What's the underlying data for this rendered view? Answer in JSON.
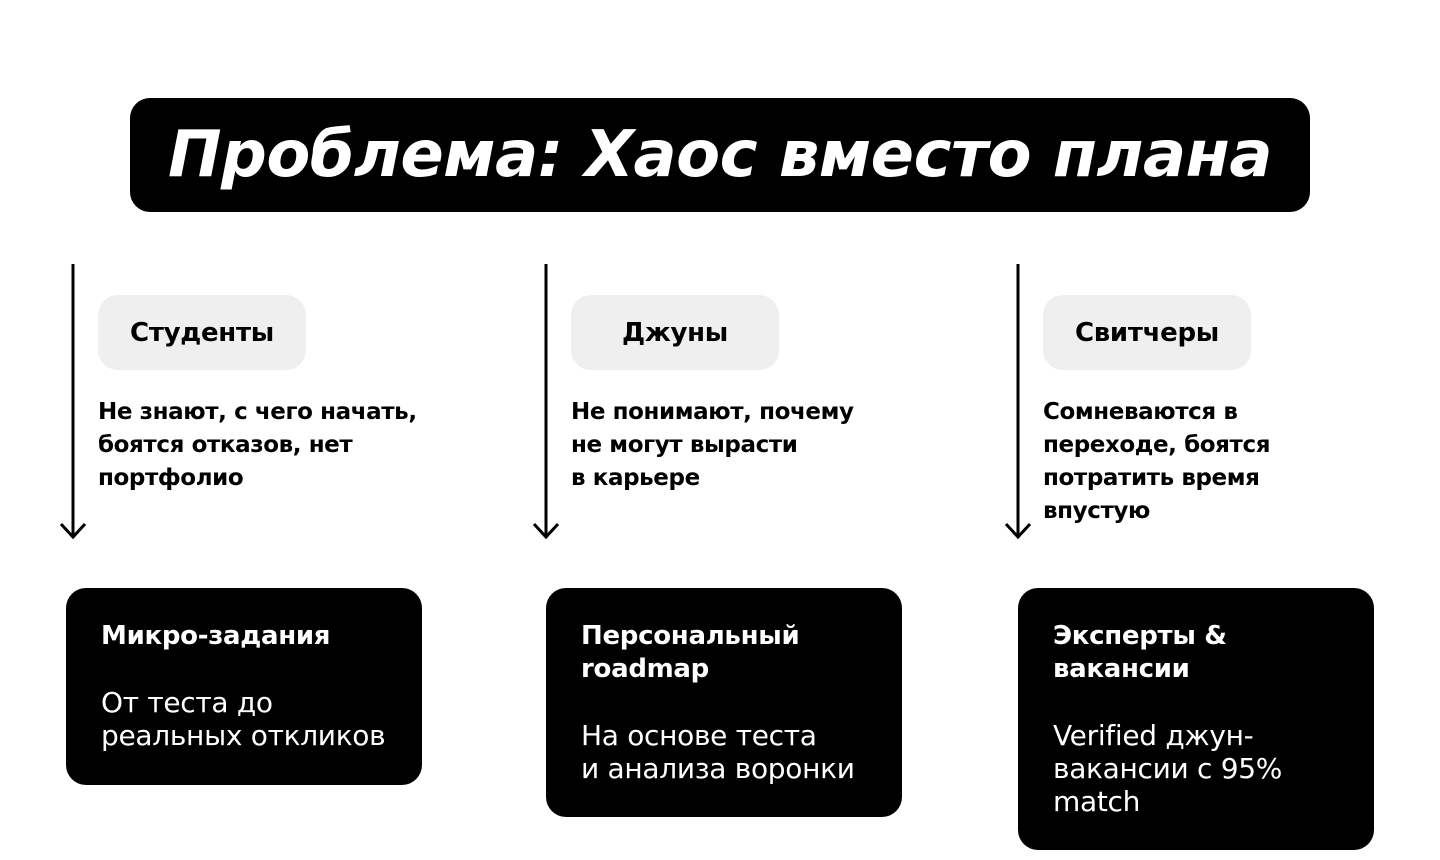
{
  "title": "Проблема: Хаос вместо плана",
  "columns": [
    {
      "chip": "Студенты",
      "description": "Не знают, с чего начать,\nбоятся отказов, нет\nпортфолио",
      "card_title": "Микро-задания",
      "card_body": "От теста до\nреальных откликов"
    },
    {
      "chip": "Джуны",
      "description": "Не понимают, почему\nне могут вырасти\nв карьере",
      "card_title": "Персональный\nroadmap",
      "card_body": "На основе теста\nи анализа воронки"
    },
    {
      "chip": "Свитчеры",
      "description": "Сомневаются в\nпереходе, боятся\nпотратить время\nвпустую",
      "card_title": "Эксперты &\nвакансии",
      "card_body": "Verified джун-\nвакансии с 95%\nmatch"
    }
  ],
  "colors": {
    "dark": "#000000",
    "chip_bg": "#efefef",
    "light_text": "#ffffff"
  }
}
